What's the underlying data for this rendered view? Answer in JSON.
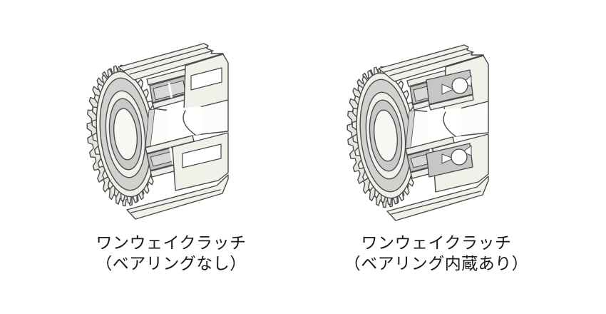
{
  "page": {
    "background": "#ffffff",
    "description_labels": {
      "left_figure": {
        "caption_line1": "ワンウェイクラッチ",
        "caption_line2": "（ベアリングなし）"
      },
      "right_figure": {
        "caption_line1": "ワンウェイクラッチ",
        "caption_line2": "（ベアリング内蔵あり）"
      }
    }
  },
  "figures": [
    {
      "id": "clutch-without-bearing",
      "caption_line1": "ワンウェイクラッチ",
      "caption_line2": "（ベアリングなし）"
    },
    {
      "id": "clutch-with-integrated-bearing",
      "caption_line1": "ワンウェイクラッチ",
      "caption_line2": "（ベアリング内蔵あり）"
    }
  ],
  "palette": {
    "body_cream": "#f1f0e9",
    "body_cream_dark": "#e7e6de",
    "cut_gray": "#c2c2c1",
    "roller_gray": "#d9d8d6",
    "outline": "#4a4a4e",
    "bore_white": "#ffffff",
    "text": "#1a1a1a",
    "background": "#ffffff"
  }
}
